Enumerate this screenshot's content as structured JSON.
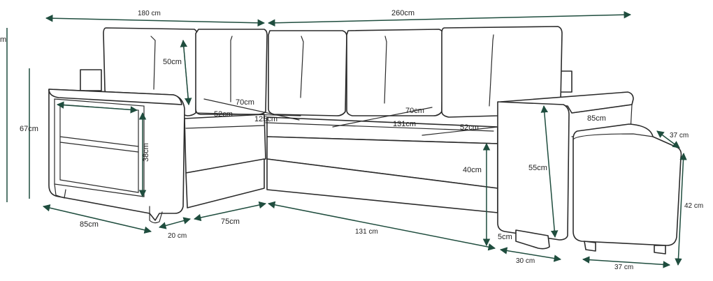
{
  "labels": {
    "width_left": "180 cm",
    "width_right": "260cm",
    "height_partial": "m",
    "total_height": "67cm",
    "back_cushion": "50cm",
    "seat_depth_a": "70cm",
    "seat_52a": "52cm",
    "seat_125": "125cm",
    "seat_depth_b": "70cm",
    "seat_131": "131cm",
    "seat_52b": "52cm",
    "shelf_height": "38cm",
    "seat_height": "40cm",
    "armrest_height": "55cm",
    "armrest_depth": "85cm",
    "pouf_top": "37 cm",
    "pouf_height": "42 cm",
    "base_left": "85cm",
    "arm_width_left": "20 cm",
    "base_75": "75cm",
    "base_131": "131 cm",
    "leg": "5cm",
    "arm_width_right": "30 cm",
    "pouf_width": "37 cm"
  }
}
